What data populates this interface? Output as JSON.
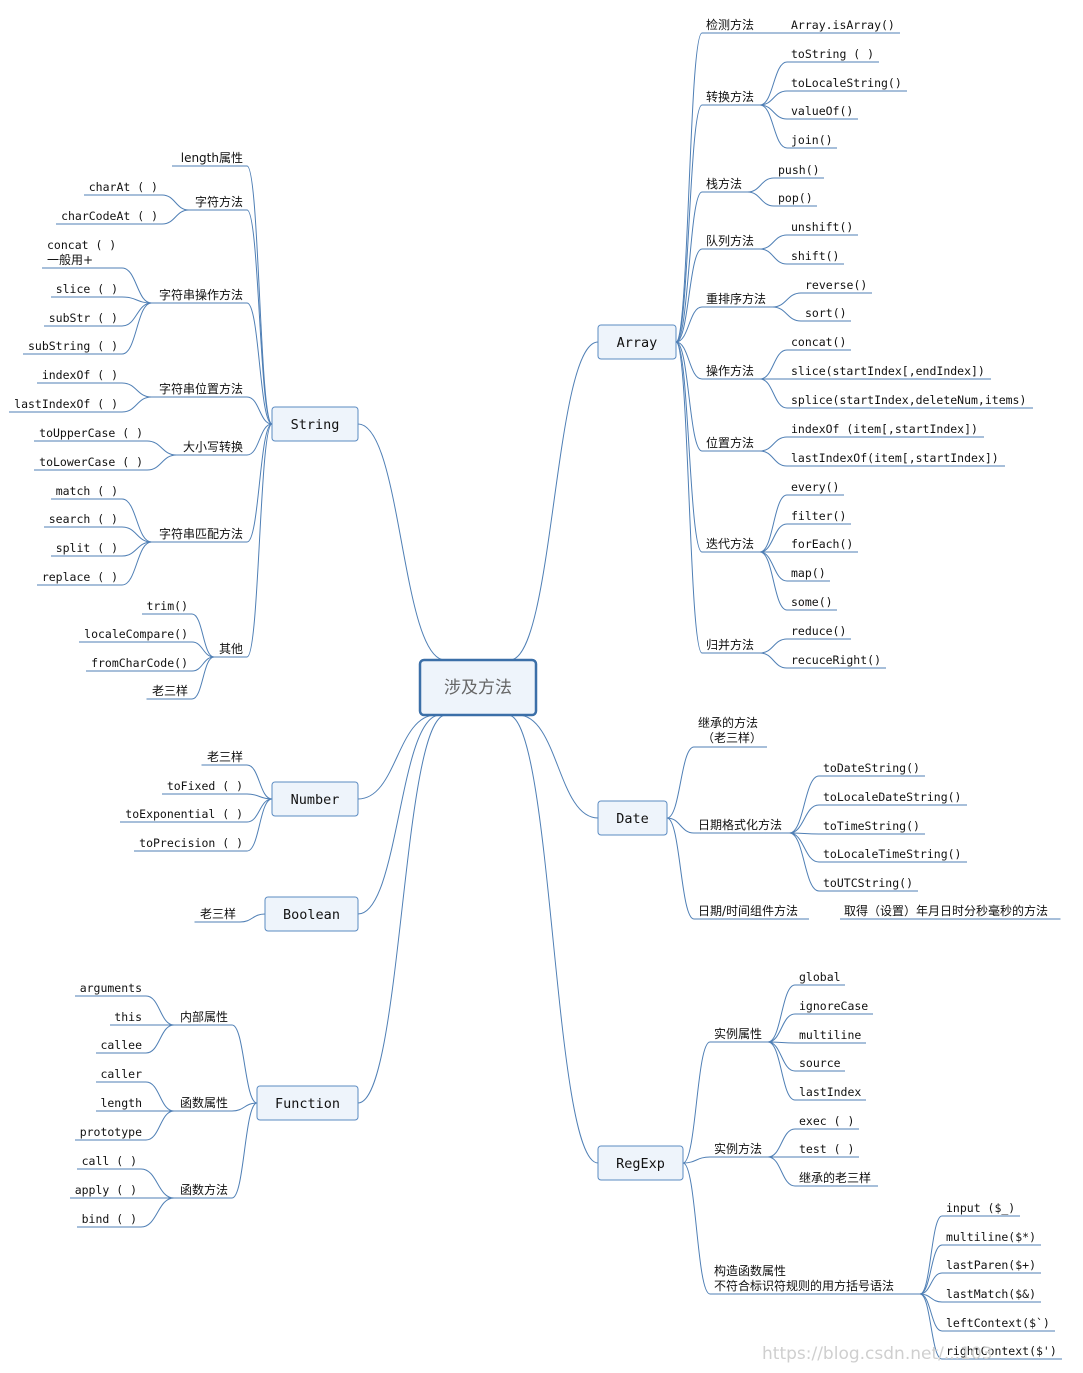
{
  "center": "涉及方法",
  "watermark": "https://blog.csdn.net/...103",
  "colors": {
    "line": "#4f7fb5",
    "box_fill": "#eef4fb",
    "box_stroke": "#5b8bc2",
    "center_stroke": "#3b6fa8"
  },
  "branches": {
    "string": {
      "title": "String",
      "length": "length属性",
      "char": {
        "title": "字符方法",
        "items": [
          "charAt ( )",
          "charCodeAt ( )"
        ]
      },
      "ops": {
        "title": "字符串操作方法",
        "items": [
          "concat ( )",
          "一般用+",
          "slice ( )",
          "subStr ( )",
          "subString ( )"
        ]
      },
      "pos": {
        "title": "字符串位置方法",
        "items": [
          "indexOf ( )",
          "lastIndexOf ( )"
        ]
      },
      "case": {
        "title": "大小写转换",
        "items": [
          "toUpperCase ( )",
          "toLowerCase ( )"
        ]
      },
      "match": {
        "title": "字符串匹配方法",
        "items": [
          "match ( )",
          "search ( )",
          "split ( )",
          "replace ( )"
        ]
      },
      "other": {
        "title": "其他",
        "items": [
          "trim()",
          "localeCompare()",
          "fromCharCode()",
          "老三样"
        ]
      }
    },
    "number": {
      "title": "Number",
      "items": [
        "老三样",
        "toFixed ( )",
        "toExponential ( )",
        "toPrecision ( )"
      ]
    },
    "boolean": {
      "title": "Boolean",
      "items": [
        "老三样"
      ]
    },
    "function": {
      "title": "Function",
      "inner": {
        "title": "内部属性",
        "items": [
          "arguments",
          "this",
          "callee"
        ]
      },
      "props": {
        "title": "函数属性",
        "items": [
          "caller",
          "length",
          "prototype"
        ]
      },
      "methods": {
        "title": "函数方法",
        "items": [
          "call ( )",
          "apply ( )",
          "bind ( )"
        ]
      }
    },
    "array": {
      "title": "Array",
      "detect": {
        "title": "检测方法",
        "items": [
          "Array.isArray()"
        ]
      },
      "convert": {
        "title": "转换方法",
        "items": [
          "toString ( )",
          "toLocaleString()",
          "valueOf()",
          "join()"
        ]
      },
      "stack": {
        "title": "栈方法",
        "items": [
          "push()",
          "pop()"
        ]
      },
      "queue": {
        "title": "队列方法",
        "items": [
          "unshift()",
          "shift()"
        ]
      },
      "sort": {
        "title": "重排序方法",
        "items": [
          "reverse()",
          "sort()"
        ]
      },
      "ops": {
        "title": "操作方法",
        "items": [
          "concat()",
          "slice(startIndex[,endIndex])",
          "splice(startIndex,deleteNum,items)"
        ]
      },
      "pos": {
        "title": "位置方法",
        "items": [
          "indexOf (item[,startIndex])",
          "lastIndexOf(item[,startIndex])"
        ]
      },
      "iter": {
        "title": "迭代方法",
        "items": [
          "every()",
          "filter()",
          "forEach()",
          "map()",
          "some()"
        ]
      },
      "reduce": {
        "title": "归并方法",
        "items": [
          "reduce()",
          "recuceRight()"
        ]
      }
    },
    "date": {
      "title": "Date",
      "inherit": {
        "line1": "继承的方法",
        "line2": "（老三样）"
      },
      "format": {
        "title": "日期格式化方法",
        "items": [
          "toDateString()",
          "toLocaleDateString()",
          "toTimeString()",
          "toLocaleTimeString()",
          "toUTCString()"
        ]
      },
      "component": {
        "title": "日期/时间组件方法",
        "items": [
          "取得（设置）年月日时分秒毫秒的方法"
        ]
      }
    },
    "regexp": {
      "title": "RegExp",
      "inst_props": {
        "title": "实例属性",
        "items": [
          "global",
          "ignoreCase",
          "multiline",
          "source",
          "lastIndex"
        ]
      },
      "inst_methods": {
        "title": "实例方法",
        "items": [
          "exec ( )",
          "test ( )",
          "继承的老三样"
        ]
      },
      "ctor": {
        "line1": "构造函数属性",
        "line2": "不符合标识符规则的用方括号语法",
        "items": [
          "input ($_)",
          "multiline($*)",
          "lastParen($+)",
          "lastMatch($&)",
          "leftContext($`)",
          "rightContext($')"
        ]
      }
    }
  }
}
